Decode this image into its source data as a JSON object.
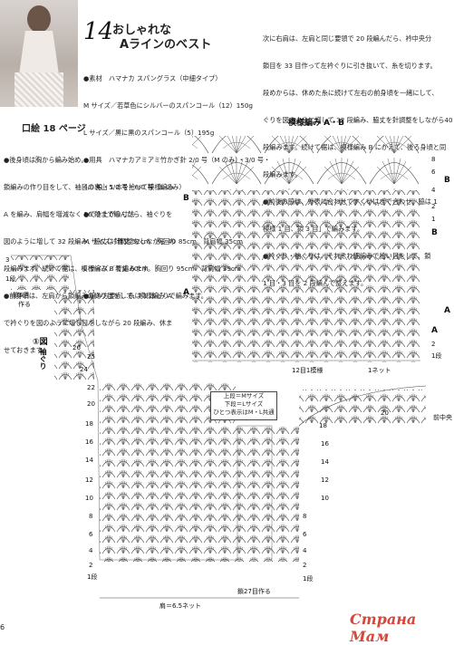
{
  "header": {
    "number": "14",
    "title_line1": "おしゃれな",
    "title_line2": "Aラインのベスト"
  },
  "materials": [
    "●素材　ハマナカ スパングラス（中細タイプ）",
    "M サイズ／若草色にシルバーのスパンコール（12）150g",
    "L サイズ／黒に黒のスパンコール（5）195g",
    "●用具　ハマナカアミアミ竹かぎ針 2/0 号（M のみ）・3/0 号・",
    "4/0 号・5/0 号・6/0 号（L のみ）",
    "●でき上がり寸法",
    "M サイズ／着丈 52cm　胸回り 85cm　背肩幅 35cm",
    "L サイズ／着丈 60cm　胸回り 95cm　背肩幅 39cm",
    "●編み方要点…糸は 1 本どりで編みます。"
  ],
  "figure_ref": "口絵 18 ページ",
  "left_text": [
    "●後身頃は胸から編み始め。",
    "鎖編みの作り目をして、袖目の裏山 1 本を拾って模様編み",
    "A を編み、肩幅を増減なく 16 段まで編んだら、袖ぐりを",
    "図のように増して 32 段編み、脇丈は針調整をしながら 40",
    "段編みます。続けて裾は、模様編み B で編みます。",
    "●前身頃は、左肩から鎖編みの作り目をして、模様編み A",
    "で衿ぐりを図のように増し目をしながら 20 段編み、休ま",
    "せておきます。"
  ],
  "right_text": [
    "次に右肩は、左肩と同じ要領で 20 段編んだら、衿中央分",
    "鎖目を 33 目作って左衿ぐりに引き抜いて、糸を切ります。",
    "段めからは、休めた糸に続けて左右の前身頃を一緒にして、",
    "ぐりを図のように増して 32 段編み、脇丈を針調整をしながら40",
    "段編みます。続けて裾は、模様編み B にかえて、後ろ身頃と同",
    "段編みます。",
    "●前後の脇は、外表に合わせてすくいはぎで合わせ、脇は 1",
    "模様 1 目、鎖 3 目」で編みます。",
    "●衿ぐり・袖ぐりは、それぞれ細編みで拾い目をして、鎖",
    "1 目・3 目を 2 段編んで整えます。"
  ],
  "chart_labels": {
    "pattern_title": "模様編み A・B",
    "label_a": "A",
    "label_b": "B",
    "label_a_right": "A",
    "label_b_right": "B",
    "bottom_repeat": "12目1模様",
    "bottom_net": "1ネット",
    "left_fig": "①図",
    "left_fig_sub": "袖ぐり",
    "left_row6": "鎖6目",
    "left_row6b": "作る",
    "bottom_width": "肩＝6.5ネット",
    "bottom_chain": "鎖27目作る",
    "row_1": "1段",
    "row_3": "3",
    "row_1r": "1段",
    "row_2": "2",
    "legend_1": "上段＝Mサイズ",
    "legend_2": "下段＝Lサイズ",
    "legend_3": "ひとつ表示はM・L共通",
    "right_center": "前中央",
    "row_20": "20",
    "row_26": "26",
    "row_25": "25",
    "row_24": "24",
    "row_22": "22",
    "row_20l": "20",
    "row_18": "18",
    "row_16": "16",
    "row_14": "14",
    "row_12": "12",
    "row_10": "10",
    "row_8": "8",
    "row_6": "6",
    "row_4": "4",
    "row_2l": "2",
    "r_18": "18",
    "r_16": "16",
    "r_14": "14",
    "r_12": "12",
    "r_10": "10",
    "r_8": "8",
    "r_6": "6",
    "r_4": "4",
    "r_2": "2",
    "r_1": "1段",
    "top_8": "8",
    "top_6": "6",
    "top_4": "4",
    "top_2": "2",
    "top_1": "1",
    "top_b": "B",
    "top_a": "A",
    "top_2r": "2",
    "top_1r": "1段",
    "page_number": "6"
  },
  "watermark": "Страна Мам"
}
